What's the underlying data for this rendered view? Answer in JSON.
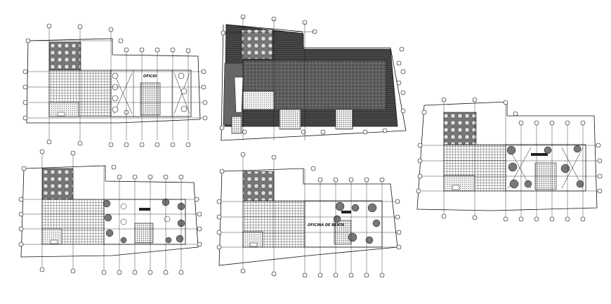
{
  "drawing": {
    "background": "#ffffff",
    "line_color": "#111111",
    "roof_color": "#444444",
    "plans": [
      {
        "id": "plan-1",
        "label": "OFICIO"
      },
      {
        "id": "plan-2",
        "label": ""
      },
      {
        "id": "plan-3",
        "label": ""
      },
      {
        "id": "plan-4",
        "label": ""
      },
      {
        "id": "plan-5",
        "label": "OFICINA DE RENTA"
      }
    ]
  }
}
